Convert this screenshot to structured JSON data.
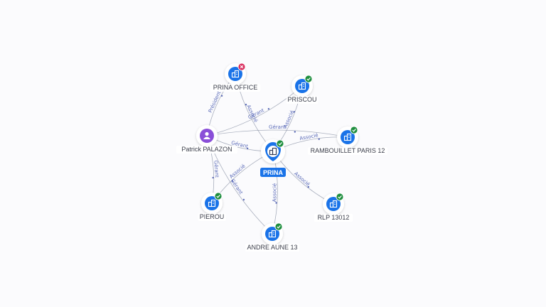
{
  "colors": {
    "company": "#1a73e8",
    "person": "#8a4fd8",
    "active": "#1e8e3e",
    "inactive": "#d93060",
    "edge": "#8e96a8",
    "edge_label": "#5b6bb8",
    "label_bg": "#ffffff"
  },
  "central": {
    "label": "PRINA",
    "icon": "building-icon",
    "status": "active"
  },
  "nodes": [
    {
      "id": "prina-office",
      "label": "PRINA OFFICE",
      "type": "company",
      "status": "inactive",
      "icon": "building-icon"
    },
    {
      "id": "priscou",
      "label": "PRISCOU",
      "type": "company",
      "status": "active",
      "icon": "building-icon"
    },
    {
      "id": "patrick-palazon",
      "label": "Patrick PALAZON",
      "type": "person",
      "status": "",
      "icon": "person-icon"
    },
    {
      "id": "rambouillet-paris-12",
      "label": "RAMBOUILLET PARIS 12",
      "type": "company",
      "status": "active",
      "icon": "building-icon"
    },
    {
      "id": "pierou",
      "label": "PIEROU",
      "type": "company",
      "status": "active",
      "icon": "building-icon"
    },
    {
      "id": "rlp-13012",
      "label": "RLP 13012",
      "type": "company",
      "status": "active",
      "icon": "building-icon"
    },
    {
      "id": "andre-aune-13",
      "label": "ANDRE AUNE 13",
      "type": "company",
      "status": "active",
      "icon": "building-icon"
    }
  ],
  "edges": [
    {
      "from": "patrick-palazon",
      "to": "prina-office",
      "label": "Président"
    },
    {
      "from": "patrick-palazon",
      "to": "priscou",
      "label": "Gérant"
    },
    {
      "from": "patrick-palazon",
      "to": "rambouillet-paris-12",
      "label": "Gérant"
    },
    {
      "from": "patrick-palazon",
      "to": "prina",
      "label": "Gérant"
    },
    {
      "from": "patrick-palazon",
      "to": "pierou",
      "label": "Gérant"
    },
    {
      "from": "patrick-palazon",
      "to": "andre-aune-13",
      "label": "Gérant"
    },
    {
      "from": "prina",
      "to": "prina-office",
      "label": "Associé"
    },
    {
      "from": "prina",
      "to": "priscou",
      "label": "Associé"
    },
    {
      "from": "prina",
      "to": "rambouillet-paris-12",
      "label": "Associé"
    },
    {
      "from": "prina",
      "to": "rlp-13012",
      "label": "Associé"
    },
    {
      "from": "prina",
      "to": "andre-aune-13",
      "label": "Associé"
    },
    {
      "from": "prina",
      "to": "pierou",
      "label": "Associé"
    }
  ]
}
